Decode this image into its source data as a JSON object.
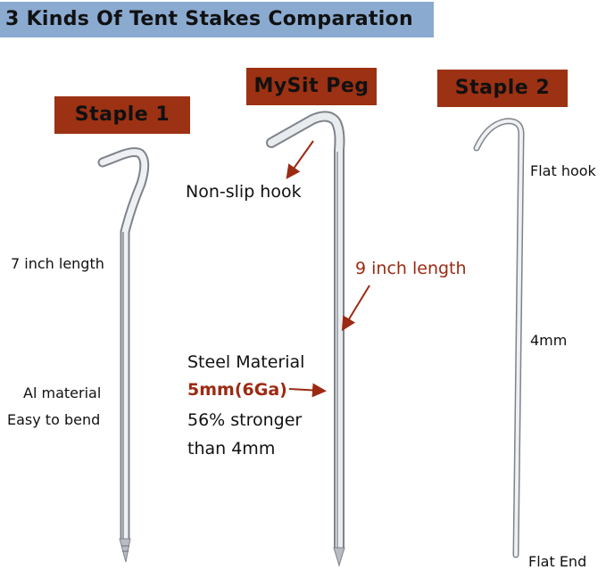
{
  "banner": {
    "title": "3 Kinds Of Tent Stakes Comparation"
  },
  "stakes": [
    {
      "name": "Staple 1",
      "notes": [
        "7 inch length",
        "Al material",
        "Easy to bend"
      ]
    },
    {
      "name": "MySit Peg",
      "hook_note": "Non-slip hook",
      "length_note": "9 inch length",
      "material": "Steel Material",
      "gauge": "5mm(6Ga)",
      "strength_line1": "56% stronger",
      "strength_line2": "than 4mm"
    },
    {
      "name": "Staple 2",
      "notes": [
        "Flat hook",
        "4mm",
        "Flat End"
      ]
    }
  ],
  "colors": {
    "banner_bg": "#8aaad0",
    "label_bg": "#9c3113",
    "accent_text": "#9c2a12",
    "metal": "#c8ccd2"
  }
}
